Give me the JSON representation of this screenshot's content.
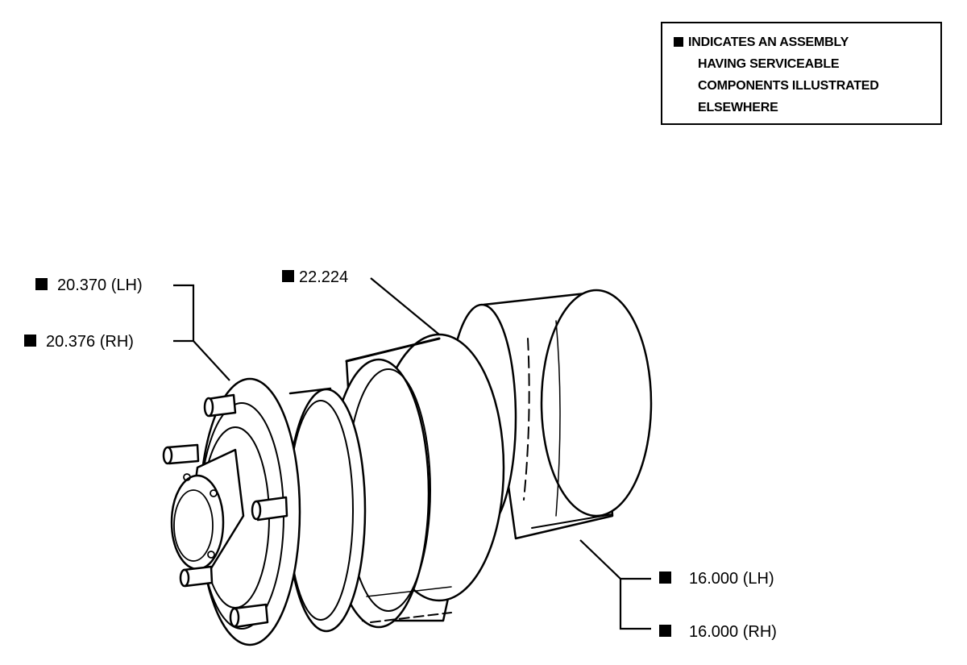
{
  "legend": {
    "lines": [
      "INDICATES AN ASSEMBLY",
      "HAVING SERVICEABLE",
      "COMPONENTS ILLUSTRATED",
      "ELSEWHERE"
    ]
  },
  "callouts": {
    "hub_lh": "20.370 (LH)",
    "hub_rh": "20.376 (RH)",
    "drum": "22.224",
    "rear_lh": "16.000 (LH)",
    "rear_rh": "16.000 (RH)"
  },
  "colors": {
    "ink": "#000000",
    "paper": "#ffffff"
  }
}
